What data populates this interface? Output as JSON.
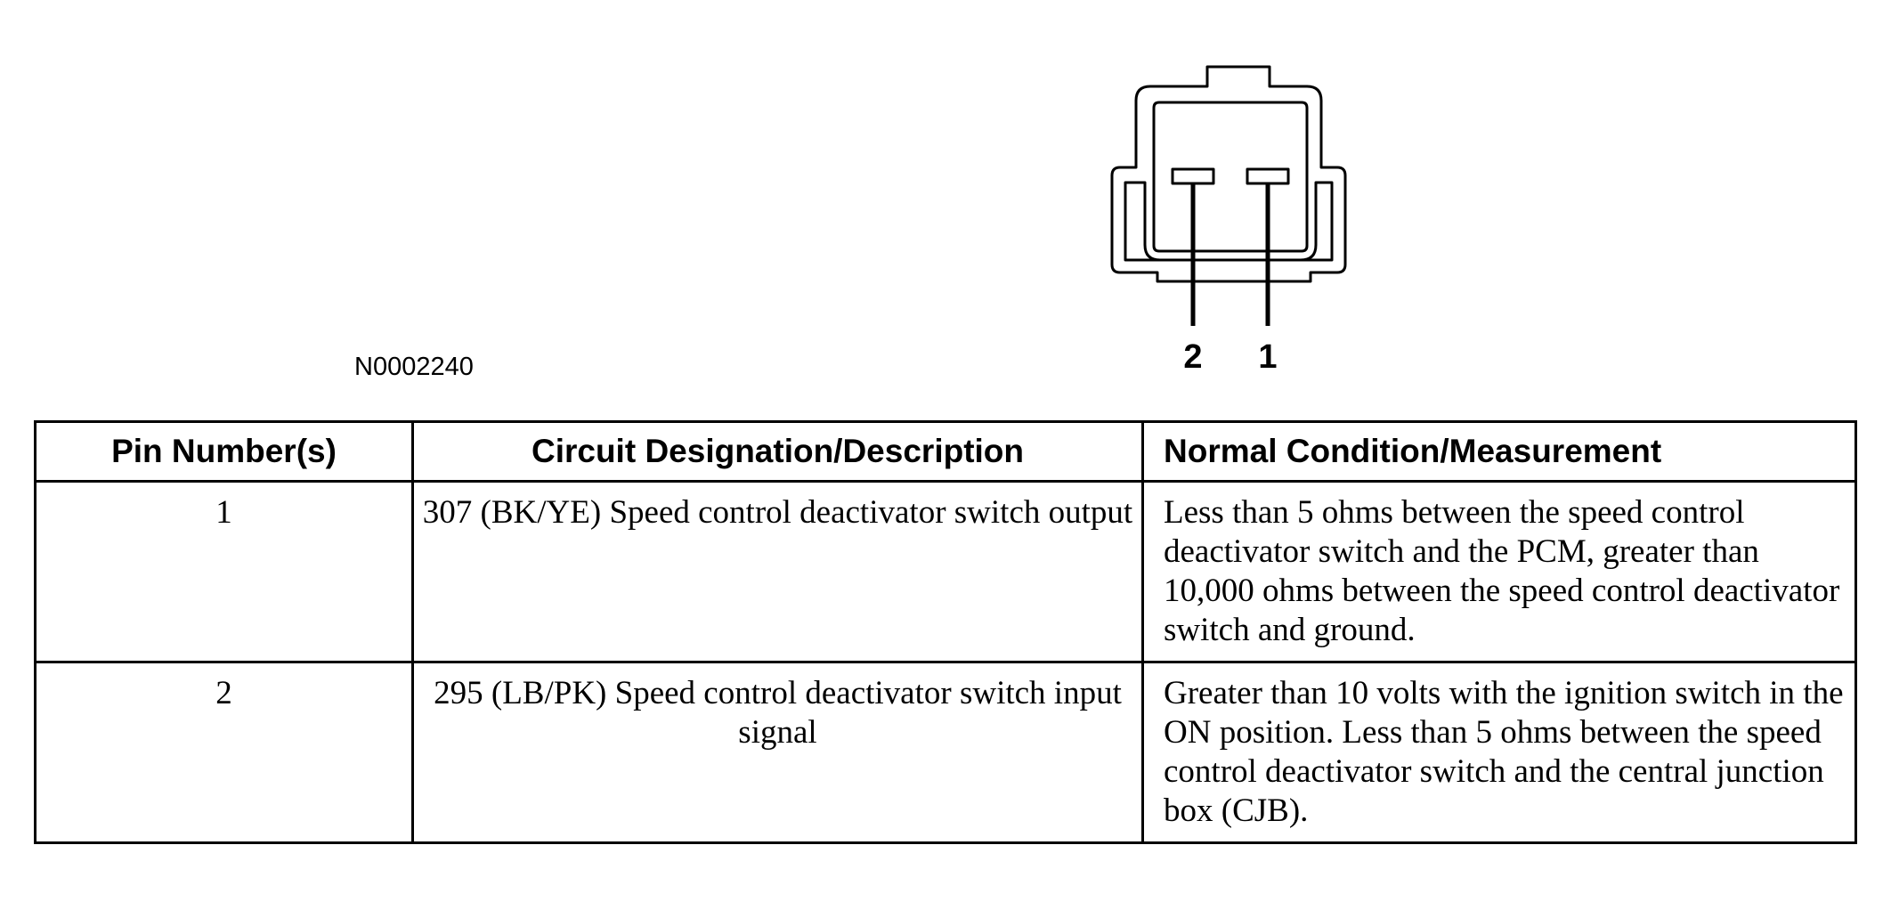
{
  "figure": {
    "id": "N0002240",
    "pin_labels": [
      "2",
      "1"
    ]
  },
  "table": {
    "headers": [
      "Pin Number(s)",
      "Circuit Designation/Description",
      "Normal Condition/Measurement"
    ],
    "rows": [
      {
        "pin": "1",
        "circuit": "307 (BK/YE) Speed control deactivator switch output",
        "condition": "Less than 5 ohms between the speed control deactivator switch and the PCM, greater than 10,000 ohms between the speed control deactivator switch and ground."
      },
      {
        "pin": "2",
        "circuit": "295 (LB/PK) Speed control deactivator switch input signal",
        "condition": "Greater than 10 volts with the ignition switch in the ON position. Less than 5 ohms between the speed control deactivator switch and the central junction box (CJB)."
      }
    ]
  }
}
